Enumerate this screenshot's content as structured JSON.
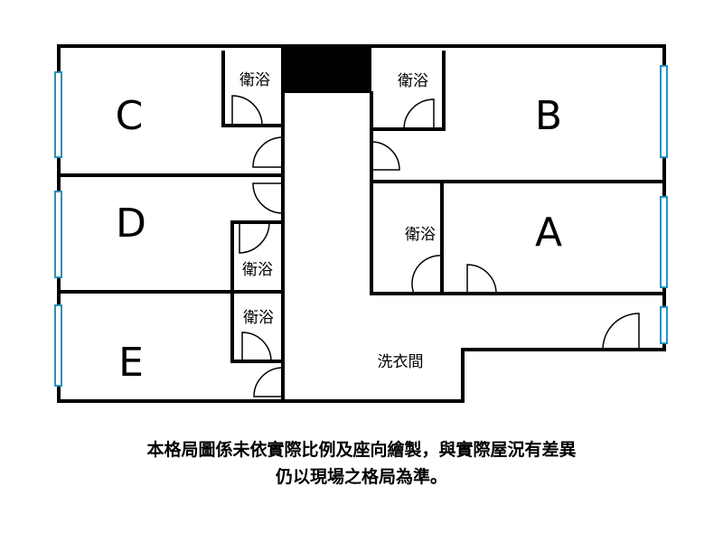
{
  "rooms": {
    "a": "A",
    "b": "B",
    "c": "C",
    "d": "D",
    "e": "E"
  },
  "bathroom_label": "衛浴",
  "laundry_label": "洗衣間",
  "caption": {
    "line1": "本格局圖係未依實際比例及座向繪製，與實際屋況有差異",
    "line2": "仍以現場之格局為準。"
  },
  "colors": {
    "wall": "#000000",
    "window": "#2a8fbf"
  }
}
